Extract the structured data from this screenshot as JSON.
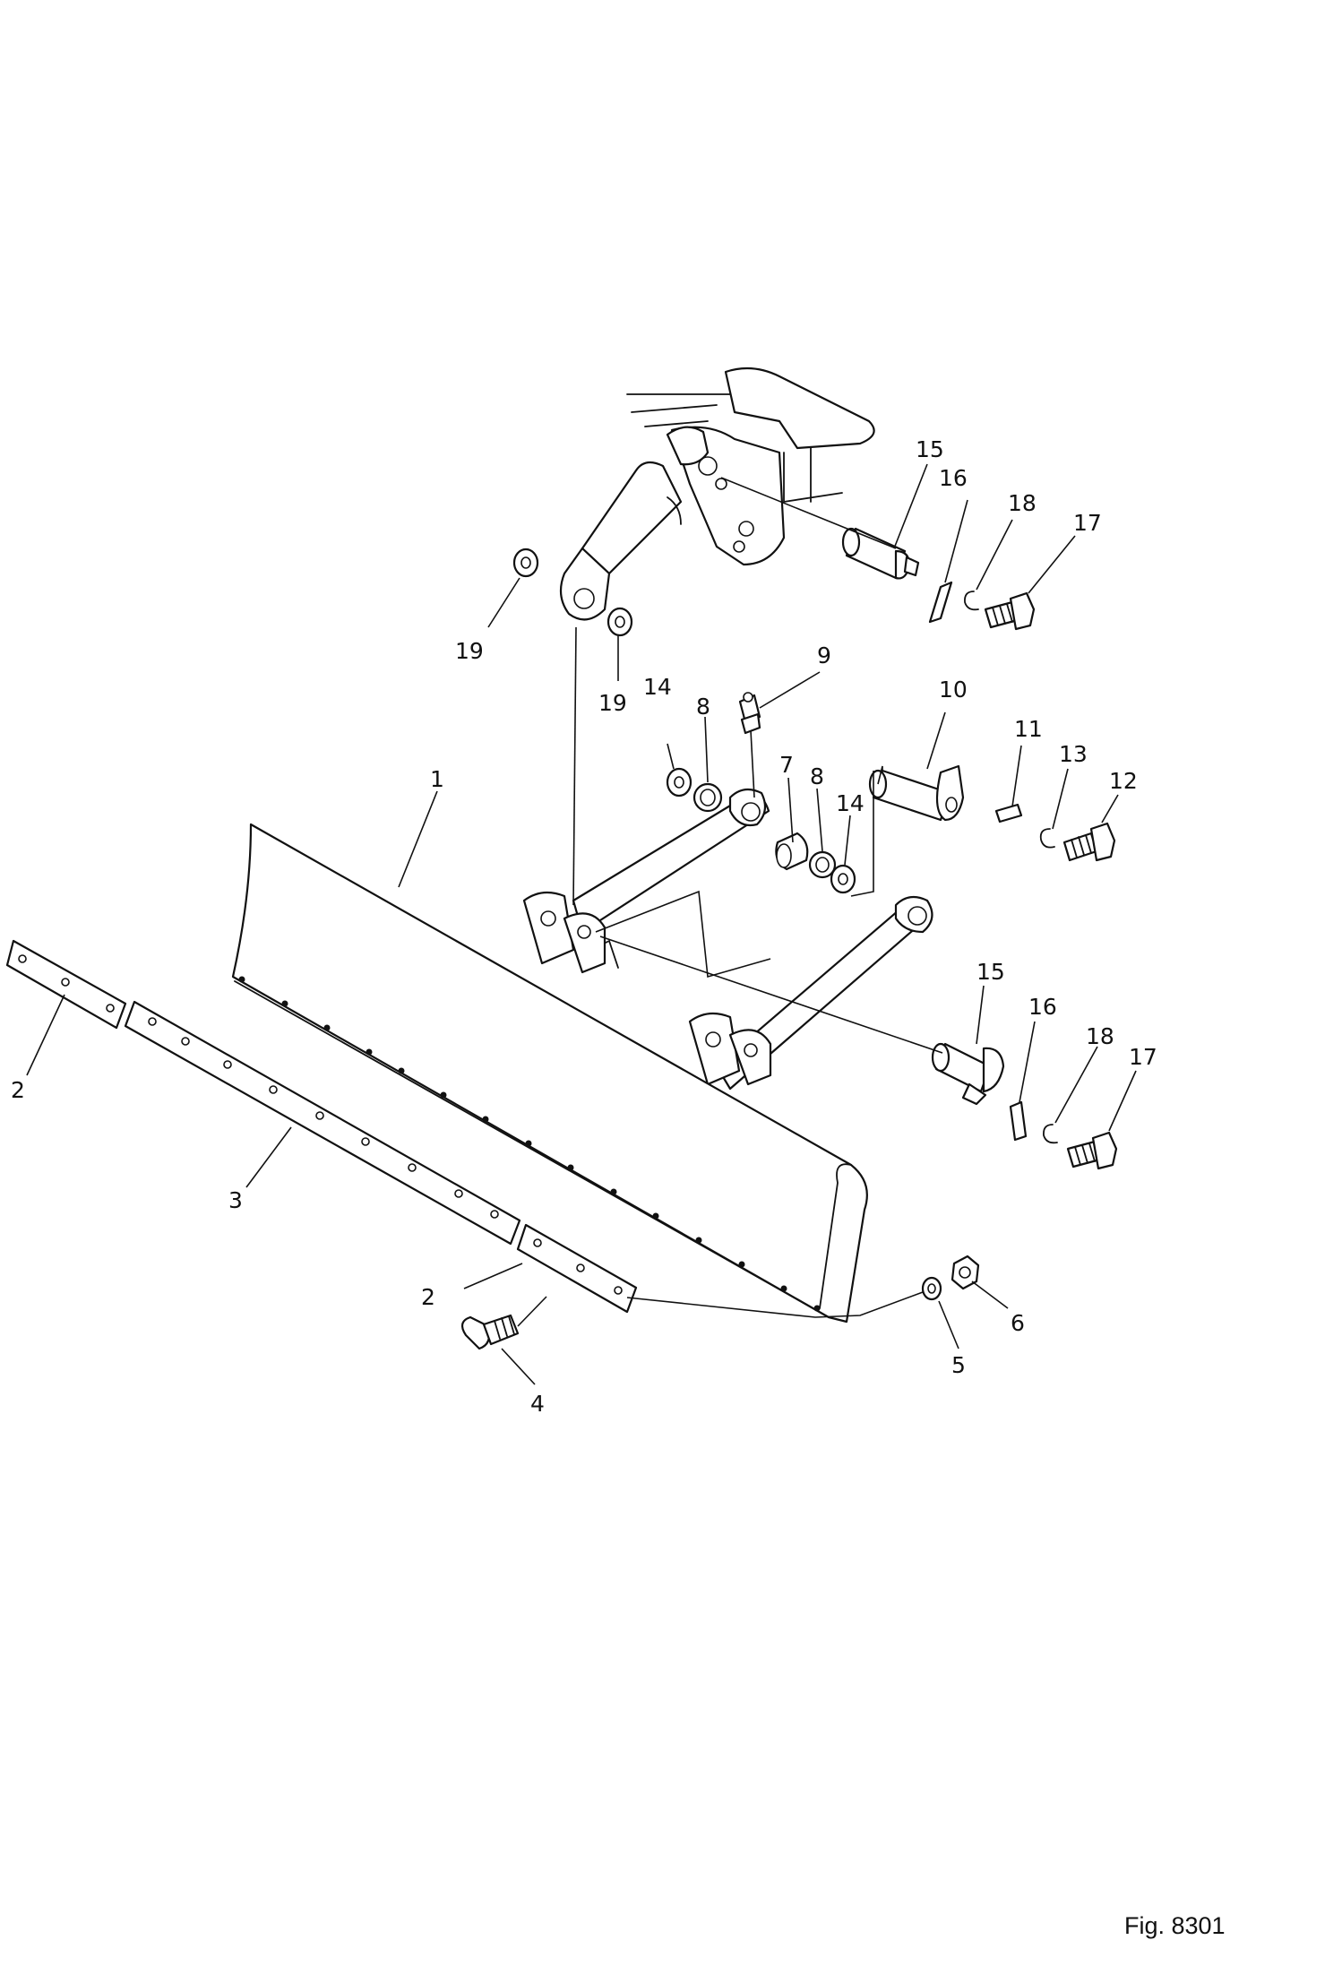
{
  "callouts": {
    "c1": "1",
    "c2a": "2",
    "c2b": "2",
    "c3": "3",
    "c4": "4",
    "c5": "5",
    "c6": "6",
    "c7": "7",
    "c8a": "8",
    "c8b": "8",
    "c9": "9",
    "c10": "10",
    "c11": "11",
    "c12": "12",
    "c13": "13",
    "c14a": "14",
    "c14b": "14",
    "c15a": "15",
    "c15b": "15",
    "c16a": "16",
    "c16b": "16",
    "c17a": "17",
    "c17b": "17",
    "c18a": "18",
    "c18b": "18",
    "c19a": "19",
    "c19b": "19"
  },
  "figure_label": "Fig. 8301"
}
